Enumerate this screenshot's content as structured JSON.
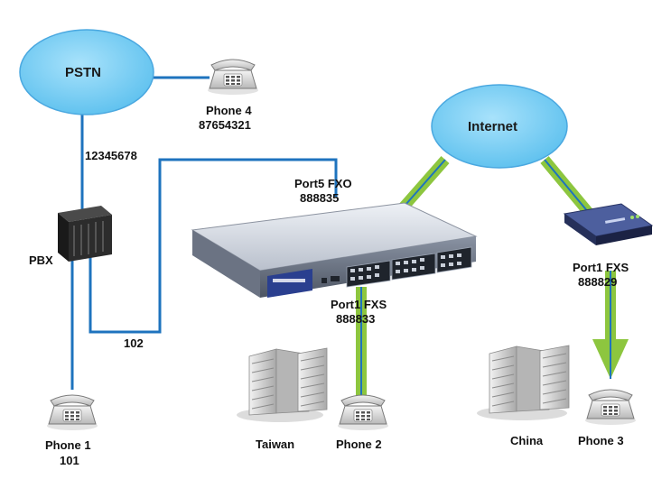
{
  "clouds": {
    "pstn": "PSTN",
    "internet": "Internet"
  },
  "labels": {
    "phone4_name": "Phone 4",
    "phone4_number": "87654321",
    "pstn_number": "12345678",
    "pbx": "PBX",
    "phone1_name": "Phone 1",
    "phone1_ext": "101",
    "ext_102": "102",
    "port5_name": "Port5 FXO",
    "port5_number": "888835",
    "port1_gw_name": "Port1 FXS",
    "port1_gw_number": "888833",
    "port1_atа_name": "Port1 FXS",
    "port1_ata_number": "888829",
    "taiwan": "Taiwan",
    "phone2_name": "Phone 2",
    "china": "China",
    "phone3_name": "Phone 3"
  },
  "colors": {
    "cloud": "#7fd0f5",
    "cloud_edge": "#4aa8e0",
    "line_blue": "#1e73be",
    "link_green": "#8dc63f"
  }
}
